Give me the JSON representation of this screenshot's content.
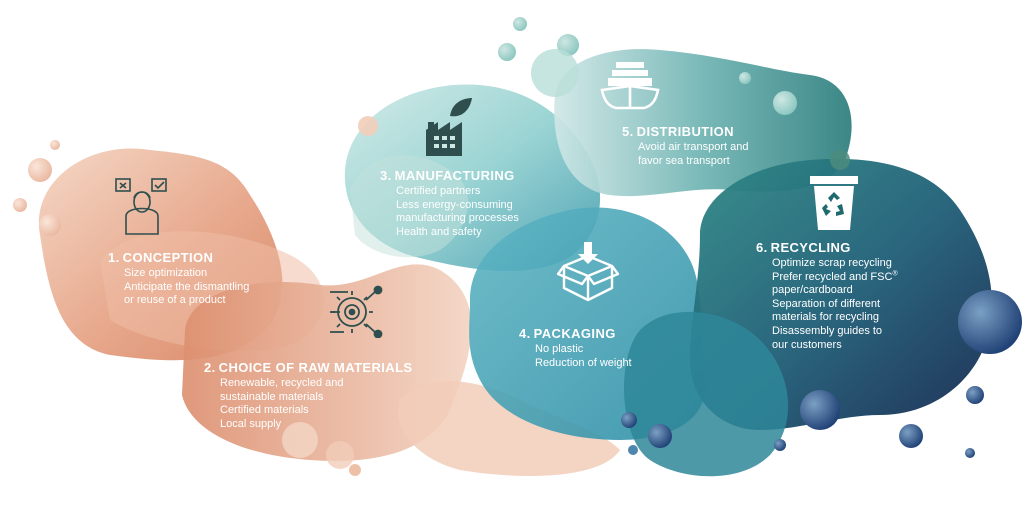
{
  "colors": {
    "orange_light": "#f3d2c0",
    "orange_mid": "#e6a98c",
    "orange_dark": "#d98a68",
    "teal_light": "#9fd4d3",
    "teal_mid": "#3f9eaf",
    "teal_dark": "#2b7f8f",
    "navy": "#14315e",
    "text": "#ffffff"
  },
  "stages": [
    {
      "number": "1.",
      "title": "CONCEPTION",
      "icon": "person-checklist-icon",
      "lines": [
        "Size optimization",
        "Anticipate the dismantling",
        "or reuse of a product"
      ]
    },
    {
      "number": "2.",
      "title": "CHOICE OF RAW MATERIALS",
      "icon": "gear-target-icon",
      "lines": [
        "Renewable, recycled and",
        "sustainable materials",
        "Certified materials",
        "Local supply"
      ]
    },
    {
      "number": "3.",
      "title": "MANUFACTURING",
      "icon": "eco-factory-icon",
      "lines": [
        "Certified partners",
        "Less energy-consuming",
        "manufacturing processes",
        "Health and safety"
      ]
    },
    {
      "number": "4.",
      "title": "PACKAGING",
      "icon": "box-download-icon",
      "lines": [
        "No plastic",
        "Reduction of weight"
      ]
    },
    {
      "number": "5.",
      "title": "DISTRIBUTION",
      "icon": "ship-icon",
      "lines": [
        "Avoid air transport and",
        "favor sea transport"
      ]
    },
    {
      "number": "6.",
      "title": "RECYCLING",
      "icon": "recycle-bin-icon",
      "lines": [
        "Optimize scrap recycling",
        "Prefer recycled and FSC",
        "paper/cardboard",
        "Separation of different",
        "materials for recycling",
        "Disassembly guides to",
        "our customers"
      ],
      "fsc_mark": "®"
    }
  ]
}
